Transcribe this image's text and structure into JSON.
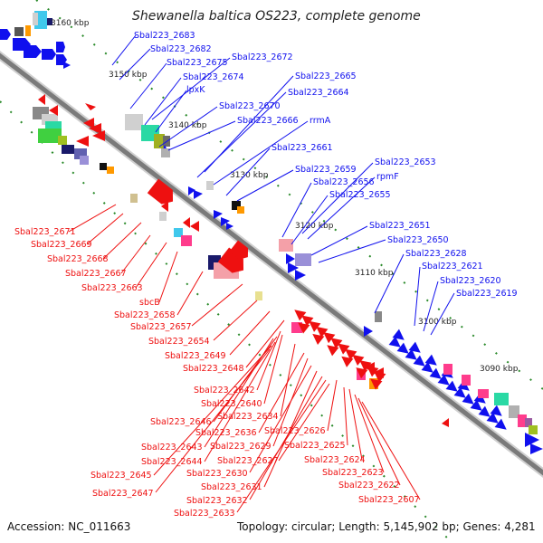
{
  "title": "Shewanella baltica OS223, complete genome",
  "footer": {
    "accession": "Accession: NC_011663",
    "summary": "Topology: circular; Length: 5,145,902 bp; Genes: 4,281"
  },
  "colors": {
    "forward": "#1010ee",
    "reverse": "#ee1010",
    "backbone": "#7a7a7a",
    "tick": "#2a8a2a"
  },
  "ticks": [
    "3160 kbp",
    "3150 kbp",
    "3140 kbp",
    "3130 kbp",
    "3120 kbp",
    "3110 kbp",
    "3100 kbp",
    "3090 kbp"
  ],
  "labels_forward": [
    "Sbal223_2683",
    "Sbal223_2682",
    "Sbal223_2675",
    "Sbal223_2672",
    "Sbal223_2674",
    "lpxK",
    "Sbal223_2665",
    "Sbal223_2664",
    "Sbal223_2670",
    "Sbal223_2666",
    "rrmA",
    "Sbal223_2661",
    "Sbal223_2653",
    "rpmF",
    "Sbal223_2659",
    "Sbal223_2656",
    "Sbal223_2655",
    "Sbal223_2651",
    "Sbal223_2650",
    "Sbal223_2628",
    "Sbal223_2621",
    "Sbal223_2620",
    "Sbal223_2619"
  ],
  "labels_reverse": [
    "Sbal223_2671",
    "Sbal223_2669",
    "Sbal223_2668",
    "Sbal223_2667",
    "Sbal223_2663",
    "sbcB",
    "Sbal223_2658",
    "Sbal223_2657",
    "Sbal223_2654",
    "Sbal223_2649",
    "Sbal223_2648",
    "Sbal223_2642",
    "Sbal223_2640",
    "Sbal223_2646",
    "Sbal223_2634",
    "Sbal223_2636",
    "Sbal223_2643",
    "Sbal223_2629",
    "Sbal223_2644",
    "Sbal223_2630",
    "Sbal223_2645",
    "Sbal223_2631",
    "Sbal223_2647",
    "Sbal223_2632",
    "Sbal223_2633",
    "Sbal223_2626",
    "Sbal223_2625",
    "Sbal223_2627",
    "Sbal223_2624",
    "Sbal223_2623",
    "Sbal223_2622",
    "Sbal223_2607"
  ]
}
